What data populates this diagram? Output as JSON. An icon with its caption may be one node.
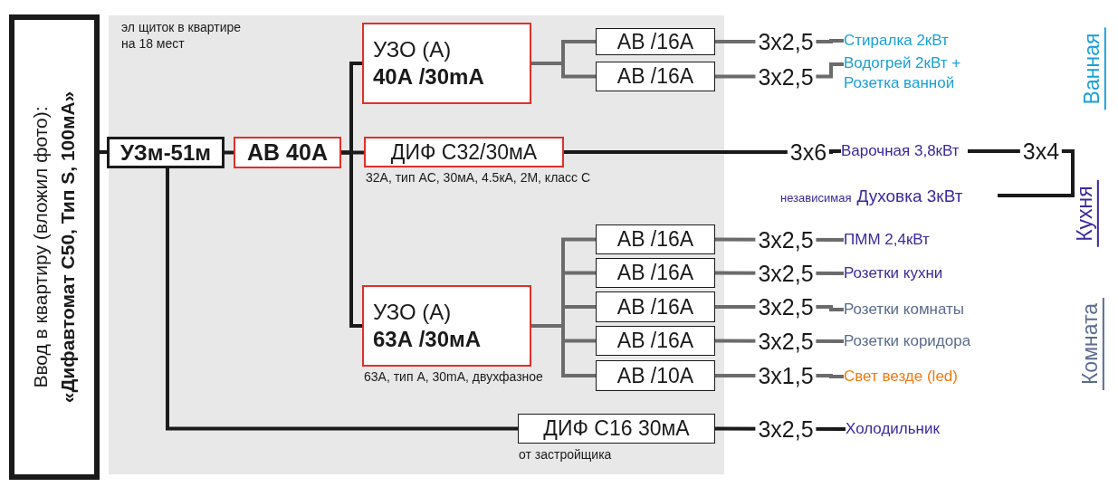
{
  "diagram": {
    "nodes": [
      {
        "text": [
          "Ввод в квартиру (вложил фото):",
          "«Дифавтомат C50, Тип S, 100мА»"
        ]
      },
      {
        "text": [
          "эл щиток в квартире на 18 мест"
        ]
      },
      {
        "text": [
          "УЗм-51м"
        ],
        "in": 1
      },
      {
        "text": [
          "АВ 40А"
        ],
        "in": 1
      },
      {
        "text": [
          "УЗО (А)",
          "40А /30mA"
        ],
        "in": 1
      },
      {
        "text": [
          "ДИФ С32/30мА"
        ],
        "in": 1,
        "beside": [
          "32A, тип AC, 30мА, 4.5кА, 2М, класс С"
        ]
      },
      {
        "text": [
          "УЗО (А)",
          "63А  /30мА"
        ],
        "in": 1,
        "beside": [
          "63А, тип А, 30mA, двухфазное"
        ]
      },
      {
        "text": [
          "АВ /16А"
        ],
        "in": 1
      },
      {
        "text": [
          "АВ /16А"
        ],
        "in": 1
      },
      {
        "text": [
          "АВ /16А"
        ],
        "in": 1
      },
      {
        "text": [
          "АВ /16А"
        ],
        "in": 1
      },
      {
        "text": [
          "АВ /16А"
        ],
        "in": 1
      },
      {
        "text": [
          "АВ /16А"
        ],
        "in": 1
      },
      {
        "text": [
          "АВ /10А"
        ],
        "in": 1
      },
      {
        "text": [
          "ДИФ С16 30мА"
        ],
        "in": 1,
        "beside": [
          "от застройщика"
        ]
      },
      {
        "text": [
          "Стиралка 2кВт"
        ]
      },
      {
        "text": [
          "Водогрей 2кВт + Розетка ванной"
        ]
      },
      {
        "text": [
          "Варочная 3,8кВт"
        ]
      },
      {
        "text": [
          "Духовка 3кВт"
        ],
        "beside": [
          "независимая"
        ]
      },
      {
        "text": [
          "ПММ 2,4кВт"
        ]
      },
      {
        "text": [
          "Розетки кухни"
        ]
      },
      {
        "text": [
          "Розетки комнаты"
        ]
      },
      {
        "text": [
          "Розетки коридора"
        ]
      },
      {
        "text": [
          "Свет везде (led)"
        ]
      },
      {
        "text": [
          "Холодильник"
        ]
      }
    ],
    "edges": [
      {
        "from": 0,
        "to": 2,
        "arrow": "none",
        "color": "#1a1a1a"
      },
      {
        "from": 2,
        "to": 3,
        "arrow": "none",
        "color": "#1a1a1a"
      },
      {
        "from": 3,
        "to": 4,
        "arrow": "none",
        "color": "#1a1a1a"
      },
      {
        "from": 3,
        "to": 5,
        "arrow": "none",
        "color": "#1a1a1a"
      },
      {
        "from": 3,
        "to": 6,
        "arrow": "none",
        "color": "#1a1a1a"
      },
      {
        "from": 2,
        "to": 14,
        "arrow": "none",
        "color": "#1a1a1a"
      },
      {
        "from": 4,
        "to": 7,
        "arrow": "none"
      },
      {
        "from": 4,
        "to": 8,
        "arrow": "none"
      },
      {
        "from": 6,
        "to": 9,
        "arrow": "none"
      },
      {
        "from": 6,
        "to": 10,
        "arrow": "none"
      },
      {
        "from": 6,
        "to": 11,
        "arrow": "none"
      },
      {
        "from": 6,
        "to": 12,
        "arrow": "none"
      },
      {
        "from": 6,
        "to": 13,
        "arrow": "none"
      },
      {
        "from": 7,
        "to": 15,
        "arrow": "none",
        "label": "3x2,5"
      },
      {
        "from": 8,
        "to": 16,
        "arrow": "none",
        "label": "3x2,5"
      },
      {
        "from": 5,
        "to": 17,
        "arrow": "none",
        "label": "3x6",
        "color": "#1a1a1a"
      },
      {
        "from": 17,
        "to": 18,
        "arrow": "none",
        "label": "3x4",
        "color": "#1a1a1a"
      },
      {
        "from": 9,
        "to": 19,
        "arrow": "none",
        "label": "3x2,5"
      },
      {
        "from": 10,
        "to": 20,
        "arrow": "none",
        "label": "3x2,5"
      },
      {
        "from": 11,
        "to": 21,
        "arrow": "none",
        "label": "3x2,5"
      },
      {
        "from": 12,
        "to": 22,
        "arrow": "none",
        "label": "3x2,5"
      },
      {
        "from": 13,
        "to": 23,
        "arrow": "none",
        "label": "3x1,5"
      },
      {
        "from": 14,
        "to": 24,
        "arrow": "none",
        "label": "3x2,5",
        "color": "#1a1a1a"
      }
    ],
    "labels": [
      "Ванная",
      "Кухня",
      "Комната"
    ]
  }
}
